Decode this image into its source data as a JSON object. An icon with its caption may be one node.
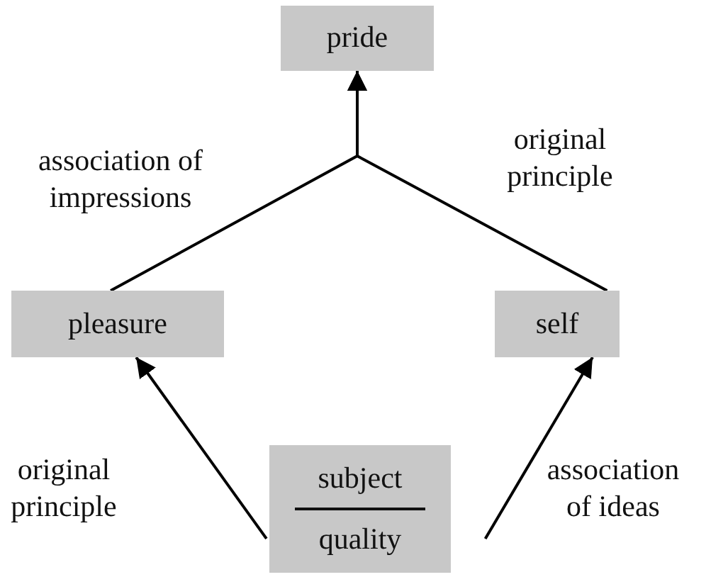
{
  "diagram": {
    "nodes": [
      {
        "text": [
          "pride"
        ]
      },
      {
        "text": [
          "pleasure"
        ]
      },
      {
        "text": [
          "self"
        ]
      },
      {
        "text": [
          "subject",
          "quality"
        ]
      }
    ],
    "edges": [
      {
        "from": 1,
        "to": 0,
        "arrow": "to",
        "label": "association of impressions"
      },
      {
        "from": 2,
        "to": 0,
        "arrow": "to",
        "label": "original principle"
      },
      {
        "from": 3,
        "to": 1,
        "arrow": "to",
        "label": "original principle"
      },
      {
        "from": 3,
        "to": 2,
        "arrow": "to",
        "label": "association of ideas"
      }
    ]
  }
}
